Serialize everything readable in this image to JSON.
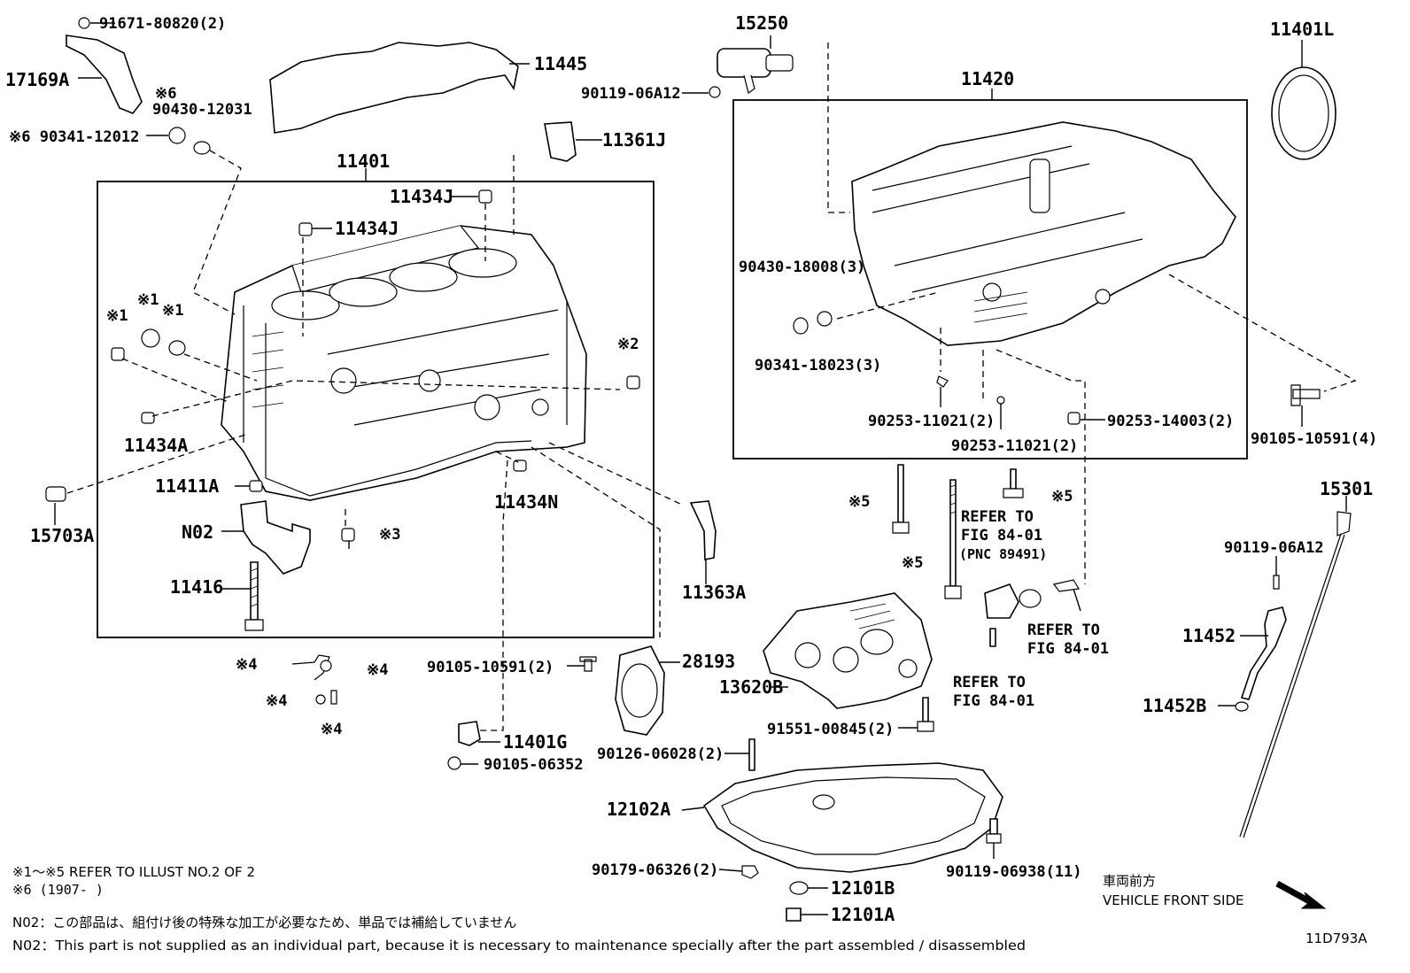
{
  "diagram_id": "11D793A",
  "labels": {
    "p91671": "91671-80820(2)",
    "p17169A": "17169A",
    "p11445": "11445",
    "note6a": "※6",
    "p90430_12031": "90430-12031",
    "p90341_12012": "※6 90341-12012",
    "p15250": "15250",
    "p90119_06A12a": "90119-06A12",
    "p11420": "11420",
    "p11401L": "11401L",
    "p11361J": "11361J",
    "p11401": "11401",
    "p11434Ja": "11434J",
    "p11434Jb": "11434J",
    "note1a": "※1",
    "note1b": "※1",
    "note1c": "※1",
    "note2": "※2",
    "p11434A": "11434A",
    "p11411A": "11411A",
    "p11434N": "11434N",
    "pN02": "N02",
    "note3": "※3",
    "p15703A": "15703A",
    "p11416": "11416",
    "p90430_18008": "90430-18008(3)",
    "p90341_18023": "90341-18023(3)",
    "p90253_11021a": "90253-11021(2)",
    "p90253_11021b": "90253-11021(2)",
    "p90253_14003": "90253-14003(2)",
    "p90105_10591_4": "90105-10591(4)",
    "note5a": "※5",
    "note5b": "※5",
    "note5c": "※5",
    "refer1_l1": "REFER TO",
    "refer1_l2": "FIG 84-01",
    "refer1_l3": "(PNC 89491)",
    "refer2_l1": "REFER TO",
    "refer2_l2": "FIG 84-01",
    "refer3_l1": "REFER TO",
    "refer3_l2": "FIG 84-01",
    "p15301": "15301",
    "p90119_06A12b": "90119-06A12",
    "p11452": "11452",
    "p11452B": "11452B",
    "p11363A": "11363A",
    "note4a": "※4",
    "note4b": "※4",
    "note4c": "※4",
    "note4d": "※4",
    "p90105_10591_2": "90105-10591(2)",
    "p28193": "28193",
    "p13620B": "13620B",
    "p91551": "91551-00845(2)",
    "p11401G": "11401G",
    "p90105_06352": "90105-06352",
    "p90126": "90126-06028(2)",
    "p12102A": "12102A",
    "p90179": "90179-06326(2)",
    "p90119_06938": "90119-06938(11)",
    "p12101B": "12101B",
    "p12101A": "12101A"
  },
  "notes": {
    "refer_illust": "※1～※5  REFER TO ILLUST NO.2 OF 2",
    "date_note": "※6 (1907-      )",
    "n02_jp": "N02：この部品は、組付け後の特殊な加工が必要なため、単品では補給していません",
    "n02_en": "N02：This part is not supplied as an individual part, because it is necessary to maintenance specially after the part assembled / disassembled"
  },
  "direction": {
    "jp": "車両前方",
    "en": "VEHICLE FRONT SIDE"
  }
}
